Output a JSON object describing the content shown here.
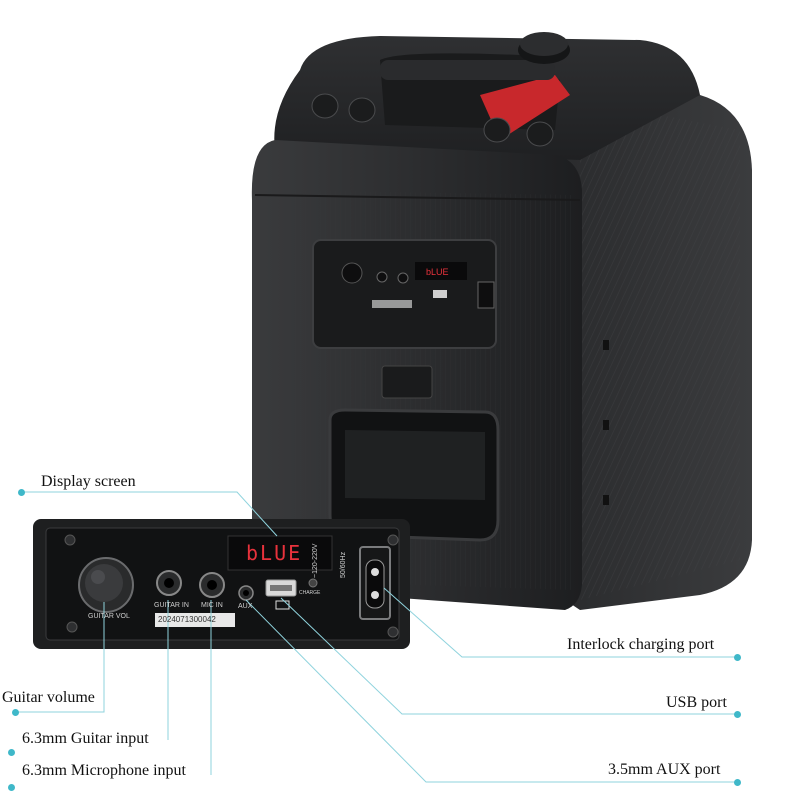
{
  "panel": {
    "display_text": "bLUE",
    "guitar_vol": "GUITAR VOL",
    "guitar_in": "GUITAR IN",
    "mic_in": "MIC IN",
    "aux": "AUX",
    "charge": "CHARGE",
    "voltage": "~120-220V",
    "frequency": "50/60Hz",
    "serial": "2024071300042"
  },
  "callouts": {
    "display_screen": "Display screen",
    "guitar_volume": "Guitar volume",
    "guitar_input": "6.3mm Guitar input",
    "mic_input": "6.3mm Microphone input",
    "interlock": "Interlock charging port",
    "usb": "USB port",
    "aux": "3.5mm AUX port"
  },
  "colors": {
    "leader_line": "#3fb8c9",
    "speaker_body": "#2b2c2e",
    "display_red": "#e8323c",
    "handle_red": "#c8282c"
  },
  "icons": [
    "speaker-photo",
    "knob-icon",
    "jack-icon",
    "usb-icon",
    "power-socket-icon"
  ]
}
